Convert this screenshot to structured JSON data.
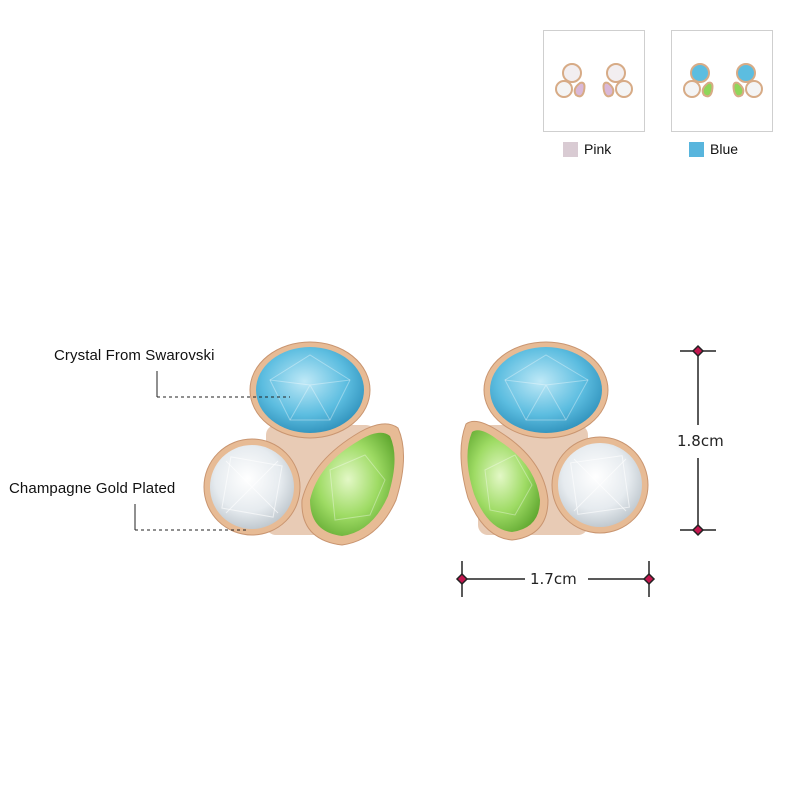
{
  "options": [
    {
      "label": "Pink",
      "color": "#d9cbd3"
    },
    {
      "label": "Blue",
      "color": "#58b5dd"
    }
  ],
  "callouts": {
    "crystal": "Crystal From Swarovski",
    "plating": "Champagne Gold Plated"
  },
  "dimensions": {
    "height": "1.8cm",
    "width": "1.7cm"
  },
  "colors": {
    "blue_stone": "#5cbde0",
    "green_stone": "#8fd65a",
    "clear_stone": "#e9eef2",
    "gold": "#e3b48e",
    "marker": "#c4174f"
  }
}
